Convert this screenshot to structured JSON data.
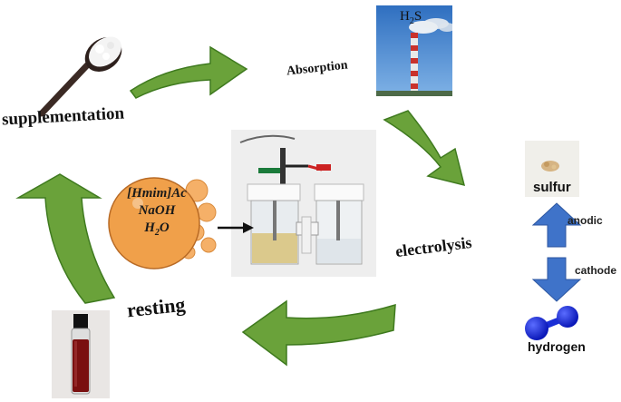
{
  "labels": {
    "supplementation": "supplementation",
    "absorption": "Absorption",
    "electrolysis": "electrolysis",
    "resting": "resting",
    "sulfur": "sulfur",
    "anodic": "anodic",
    "cathode": "cathode",
    "hydrogen": "hydrogen"
  },
  "bubble": {
    "line1": "[Hmim]Ac",
    "line2": "NaOH",
    "line3": "H",
    "line3_sub": "2",
    "line3_tail": "O"
  },
  "chimney": {
    "gas_main": "H",
    "gas_sub": "2",
    "gas_tail": "S"
  },
  "colors": {
    "cycle_arrow": "#6aa23a",
    "cycle_arrow_dark": "#3f7a1f",
    "bubble": "#f0a04a",
    "blue_arrow": "#3f73c9",
    "molecule": "#1a2ed6"
  }
}
